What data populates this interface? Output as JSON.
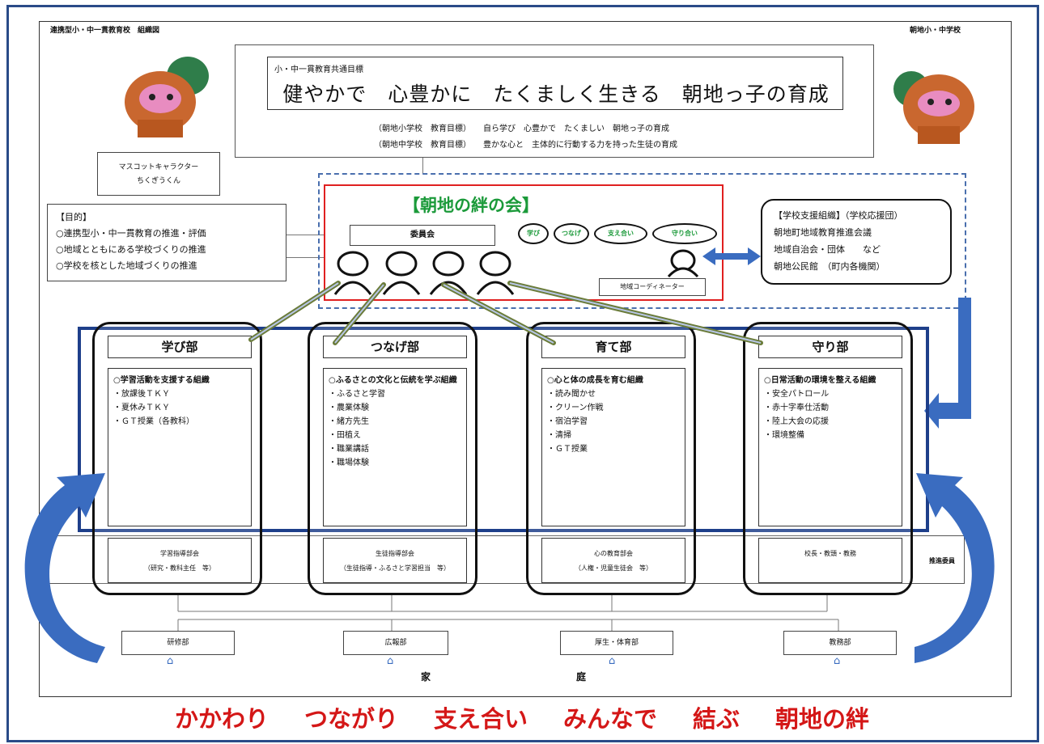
{
  "header": {
    "left": "連携型小・中一貫教育校　組織図",
    "right": "朝地小・中学校"
  },
  "goal": {
    "label": "小・中一貫教育共通目標",
    "main": "健やかで　心豊かに　たくましく生きる　朝地っ子の育成",
    "elementary": "（朝地小学校　教育目標）　　自ら学び　心豊かで　たくましい　朝地っ子の育成",
    "junior": "（朝地中学校　教育目標）　　豊かな心と　主体的に行動する力を持った生徒の育成"
  },
  "mascot": {
    "label_line1": "マスコットキャラクター",
    "label_line2": "ちくぎうくん"
  },
  "purpose": {
    "title": "【目的】",
    "items": [
      "○連携型小・中一貫教育の推進・評価",
      "○地域とともにある学校づくりの推進",
      "○学校を核とした地域づくりの推進"
    ]
  },
  "kai": {
    "title": "【朝地の絆の会】",
    "committee": "委員会",
    "ovals": [
      "学び",
      "つなげ",
      "支え合い",
      "守り合い"
    ],
    "coordinator": "地域コーディネーター"
  },
  "support": {
    "title": "【学校支援組織】（学校応援団）",
    "items": [
      "朝地町地域教育推進会議",
      "地域自治会・団体　　など",
      "朝地公民館　（町内各機関）"
    ]
  },
  "bu": [
    {
      "title": "学び部",
      "head": "○学習活動を支援する組織",
      "items": [
        "・放課後ＴＫＹ",
        "・夏休みＴＫＹ",
        "・ＧＴ授業（各教科）"
      ],
      "foot1": "学習指導部会",
      "foot2": "（研究・教科主任　等）"
    },
    {
      "title": "つなげ部",
      "head": "○ふるさとの文化と伝統を学ぶ組織",
      "items": [
        "・ふるさと学習",
        "・農業体験",
        "・緒方先生",
        "・田植え",
        "・職業講話",
        "・職場体験"
      ],
      "foot1": "生徒指導部会",
      "foot2": "（生徒指導・ふるさと学習担当　等）"
    },
    {
      "title": "育て部",
      "head": "○心と体の成長を育む組織",
      "items": [
        "・読み聞かせ",
        "・クリーン作戦",
        "・宿泊学習",
        "・清掃",
        "・ＧＴ授業"
      ],
      "foot1": "心の教育部会",
      "foot2": "（人権・児童生徒会　等）"
    },
    {
      "title": "守り部",
      "head": "○日常活動の環境を整える組織",
      "items": [
        "・安全パトロール",
        "・赤十字奉仕活動",
        "・陸上大会の応援",
        "・環境整備"
      ],
      "foot1": "校長・教頭・教務",
      "foot2": ""
    }
  ],
  "honbu": "推進委員",
  "departments": [
    "研修部",
    "広報部",
    "厚生・体育部",
    "教務部"
  ],
  "family": [
    "家",
    "庭"
  ],
  "slogan": [
    "かかわり",
    "つながり",
    "支え合い",
    "みんなで",
    "結ぶ",
    "朝地の絆"
  ],
  "colors": {
    "frame": "#2a4b88",
    "accent_red": "#d41717",
    "accent_green": "#1b9a3a",
    "blue_arrow": "#3a6cc0"
  }
}
